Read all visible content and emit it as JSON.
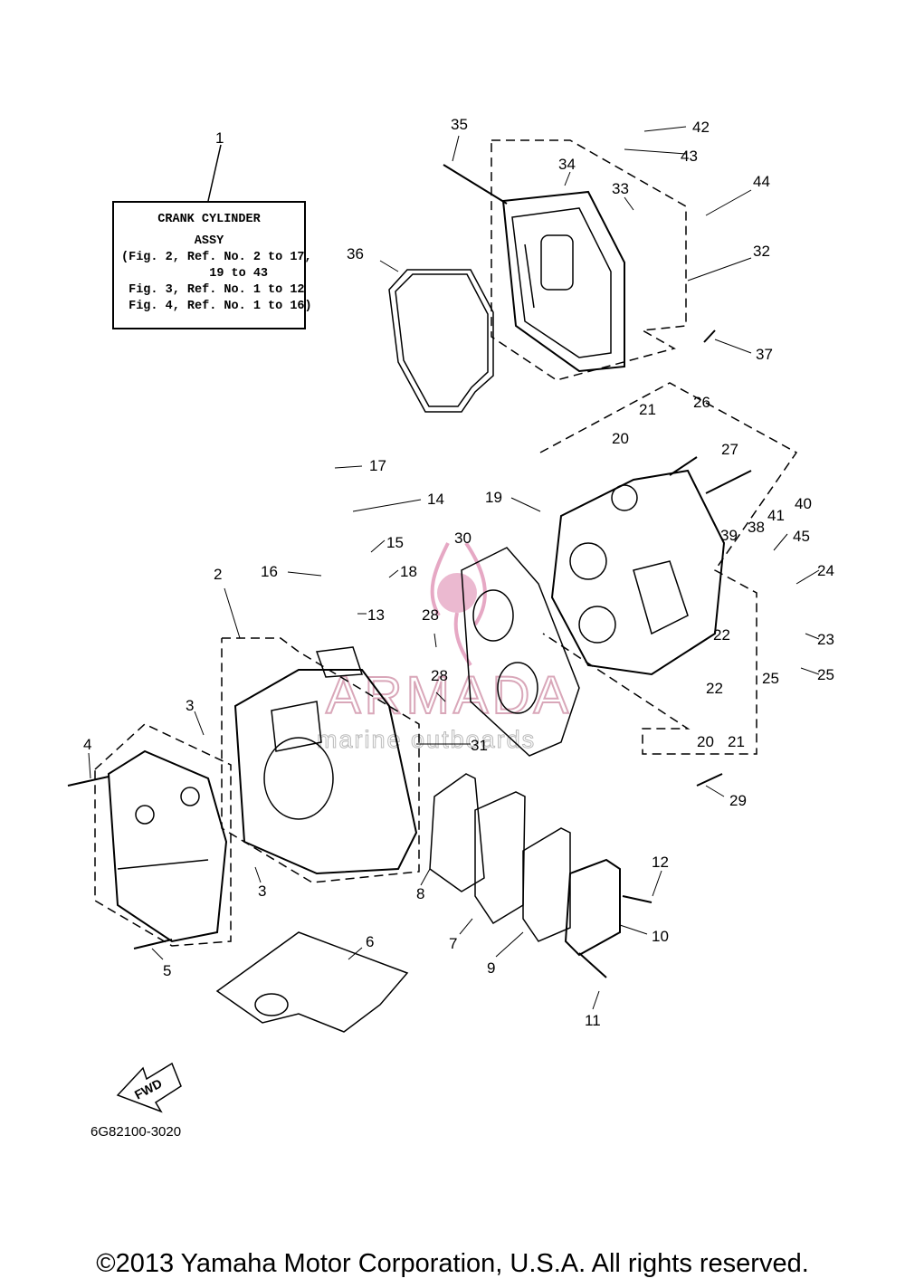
{
  "note": {
    "title": "CRANK CYLINDER",
    "subtitle": "ASSY",
    "lines": [
      "(Fig. 2, Ref. No. 2 to 17,",
      "            19 to 43",
      " Fig. 3, Ref. No. 1 to 12",
      " Fig. 4, Ref. No. 1 to 16)"
    ]
  },
  "part_code": "6G82100-3020",
  "copyright": "©2013 Yamaha Motor Corporation, U.S.A. All rights reserved.",
  "fwd_label": "FWD",
  "watermark": {
    "brand": "ARMADA",
    "tagline": "marine outboards",
    "color": "#d9a7b9"
  },
  "callouts": [
    "1",
    "2",
    "3",
    "3",
    "4",
    "5",
    "6",
    "7",
    "8",
    "9",
    "10",
    "11",
    "12",
    "13",
    "14",
    "15",
    "16",
    "17",
    "18",
    "19",
    "20",
    "20",
    "21",
    "21",
    "22",
    "22",
    "23",
    "24",
    "25",
    "25",
    "26",
    "27",
    "28",
    "28",
    "29",
    "30",
    "31",
    "32",
    "33",
    "34",
    "35",
    "36",
    "37",
    "38",
    "39",
    "40",
    "41",
    "42",
    "43",
    "44",
    "45"
  ]
}
